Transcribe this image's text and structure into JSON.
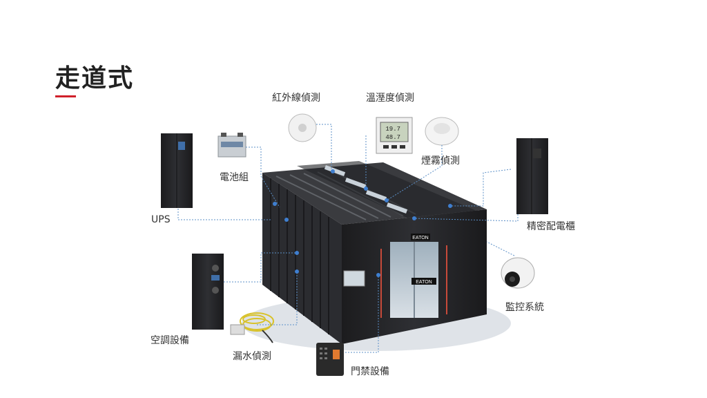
{
  "page": {
    "title": "走道式"
  },
  "labels": {
    "ir": "紅外線偵測",
    "temp": "溫溼度偵測",
    "smoke": "煙霧偵測",
    "battery": "電池組",
    "ups": "UPS",
    "cabinet": "精密配電櫃",
    "cctv": "監控系統",
    "aircon": "空調設備",
    "water": "漏水偵測",
    "access": "門禁設備"
  },
  "devices": {
    "temp_display": [
      "19.7",
      "48.7"
    ],
    "brand": "EATON"
  },
  "colors": {
    "accent": "#d0202a",
    "connector": "#5b8fc7"
  }
}
